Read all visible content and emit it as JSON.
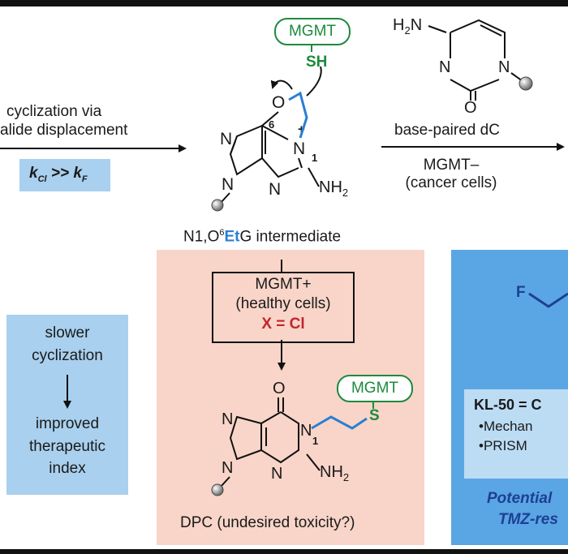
{
  "left_reaction": {
    "line1": "cyclization via",
    "line2": "alide displacement",
    "rate_k1": "k",
    "rate_sub1": "Cl",
    "rate_op": " >> ",
    "rate_k2": "k",
    "rate_sub2": "F"
  },
  "intermediate": {
    "mgmt_label": "MGMT",
    "sh_label": "SH",
    "atoms": {
      "O": "O",
      "N": "N",
      "NH2": "NH",
      "NH2_sub": "2",
      "pos6": "6",
      "pos1": "1",
      "plus": "+"
    },
    "caption_pre": "N1,O",
    "caption_sup": "6",
    "caption_et": "Et",
    "caption_post": "G intermediate"
  },
  "right_reaction": {
    "h2n": "H",
    "h2n_sub": "2",
    "h2n_n": "N",
    "ring_N": "N",
    "ring_O": "O",
    "label": "base-paired dC",
    "cond1": "MGMT–",
    "cond2": "(cancer cells)"
  },
  "left_panel": {
    "line1": "slower",
    "line2": "cyclization",
    "line3": "improved",
    "line4": "therapeutic",
    "line5": "index"
  },
  "mgmt_box": {
    "line1": "MGMT+",
    "line2": "(healthy cells)",
    "line3": "X = Cl"
  },
  "dpc": {
    "mgmt_label": "MGMT",
    "s_label": "S",
    "atoms": {
      "O": "O",
      "N": "N",
      "NH2": "NH",
      "NH2_sub": "2",
      "pos1": "1"
    },
    "caption": "DPC (undesired toxicity?)"
  },
  "right_panel": {
    "f_label": "F",
    "kl50": "KL-50 = C",
    "bullet1": "•Mechan",
    "bullet2": "•PRISM",
    "potential": "Potential",
    "tmz": "TMZ-res"
  },
  "colors": {
    "blue_bond": "#2a7fd4",
    "green": "#1d8a3c",
    "red": "#c0262c",
    "pink_panel": "#f8d5c8",
    "light_blue_panel": "#a9d0ee",
    "big_blue_panel": "#5aa6e4"
  }
}
